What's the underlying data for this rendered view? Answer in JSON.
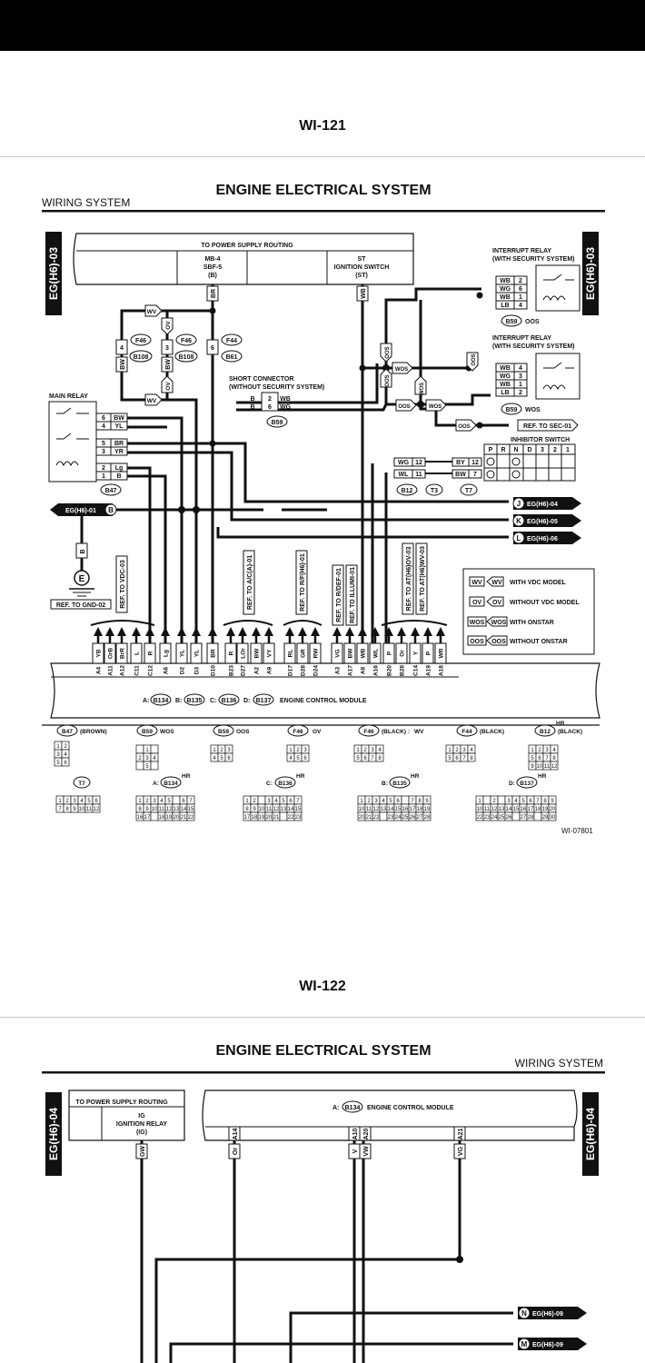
{
  "page1": {
    "page_number": "WI-121",
    "title": "ENGINE ELECTRICAL SYSTEM",
    "section": "WIRING SYSTEM",
    "tab": "EG(H6)-03",
    "power_routing": "TO POWER SUPPLY ROUTING",
    "fuse_mb": [
      "MB-4",
      "SBF-5",
      "(B)"
    ],
    "ignition_switch": [
      "ST",
      "IGNITION SWITCH",
      "(ST)"
    ],
    "interrupt_relay": [
      "INTERRUPT RELAY",
      "(WITH SECURITY SYSTEM)"
    ],
    "relay1_pins": [
      [
        "WB",
        "2"
      ],
      [
        "WG",
        "6"
      ],
      [
        "WB",
        "1"
      ],
      [
        "LB",
        "4"
      ]
    ],
    "relay2_pins": [
      [
        "WB",
        "4"
      ],
      [
        "WG",
        "3"
      ],
      [
        "WB",
        "1"
      ],
      [
        "LB",
        "2"
      ]
    ],
    "short_connector": [
      "SHORT CONNECTOR",
      "(WITHOUT SECURITY SYSTEM)"
    ],
    "short_pins": [
      [
        "B",
        "2",
        "WB"
      ],
      [
        "B",
        "6",
        "WG"
      ]
    ],
    "main_relay": "MAIN RELAY",
    "main_relay_pins": [
      [
        "6",
        "BW"
      ],
      [
        "4",
        "YL"
      ],
      [
        "5",
        "BR"
      ],
      [
        "3",
        "YR"
      ],
      [
        "2",
        "Lg"
      ],
      [
        "1",
        "B"
      ]
    ],
    "inhibitor_switch": "INHIBITOR SWITCH",
    "inhibitor_positions": [
      "P",
      "R",
      "N",
      "D",
      "3",
      "2",
      "1"
    ],
    "inhibitor_pins": [
      [
        "WG",
        "12"
      ],
      [
        "WL",
        "11"
      ]
    ],
    "inhibitor_t7_pins": [
      [
        "BY",
        "12"
      ],
      [
        "BW",
        "7"
      ]
    ],
    "ref_sec": "REF. TO SEC-01",
    "ref_gnd": "REF. TO GND-02",
    "ref_vdc": "REF. TO VDC-03",
    "ground_label": "E",
    "left_link": "EG(H6)-01",
    "left_link_letter": "B",
    "right_links": [
      [
        "J",
        "EG(H6)-04"
      ],
      [
        "K",
        "EG(H6)-05"
      ],
      [
        "L",
        "EG(H6)-06"
      ]
    ],
    "refs": [
      "REF. TO A/C(A)-01",
      "REF. TO R/F(H6)-01",
      "REF. TO R/DEF-01",
      "REF. TO ILLUMI-01",
      "REF. TO AT(H6)OV-03",
      "REF. TO AT(H6)WV-03"
    ],
    "legend": [
      [
        "WV",
        "WITH VDC MODEL"
      ],
      [
        "OV",
        "WITHOUT VDC MODEL"
      ],
      [
        "WOS",
        "WITH ONSTAR"
      ],
      [
        "OOS",
        "WITHOUT ONSTAR"
      ]
    ],
    "ecm_pins": [
      [
        "A4",
        "YB"
      ],
      [
        "A11",
        "OrB"
      ],
      [
        "A12",
        "BrR"
      ],
      [
        "C11",
        "L"
      ],
      [
        "C12",
        "R"
      ],
      [
        "A6",
        "Lg"
      ],
      [
        "D2",
        "YL"
      ],
      [
        "D3",
        "YL"
      ],
      [
        "D10",
        "BR"
      ],
      [
        "B23",
        "R"
      ],
      [
        "D27",
        "LOr"
      ],
      [
        "A2",
        "BW"
      ],
      [
        "A9",
        "VY"
      ],
      [
        "D17",
        "RL"
      ],
      [
        "D28",
        "GR"
      ],
      [
        "D24",
        "RW"
      ],
      [
        "A3",
        "VG"
      ],
      [
        "A17",
        "BW"
      ],
      [
        "A8",
        "WB"
      ],
      [
        "A16",
        "WL"
      ],
      [
        "B20",
        "P"
      ],
      [
        "B28",
        "Or"
      ],
      [
        "C14",
        "Y"
      ],
      [
        "A19",
        "P"
      ],
      [
        "A18",
        "WR"
      ]
    ],
    "ecm_label": "ENGINE CONTROL MODULE",
    "ecm_connectors": [
      "A:",
      "B134",
      "B:",
      "B135",
      "C:",
      "B136",
      "D:",
      "B137"
    ],
    "connector_refs": {
      "b47": "B47",
      "b59": "B59",
      "b61": "B61",
      "b108": "B108",
      "b12": "B12",
      "t3": "T3",
      "t7": "T7",
      "f44": "F44",
      "f46": "F46"
    },
    "fuse_pins": [
      "4",
      "3",
      "6"
    ],
    "wires": [
      "BW",
      "BW",
      "BR",
      "WB",
      "WV",
      "OV"
    ],
    "connector_views": [
      {
        "id": "B47",
        "note": "(BROWN)"
      },
      {
        "id": "B59",
        "tag": "WOS"
      },
      {
        "id": "B59",
        "tag": "OOS"
      },
      {
        "id": "F46",
        "tag": "OV"
      },
      {
        "id": "F46",
        "note": "(BLACK) :",
        "tag": "WV"
      },
      {
        "id": "F44",
        "note": "(BLACK)"
      },
      {
        "id": "B12",
        "note": "(BLACK)",
        "hr": "HR"
      }
    ],
    "connector_views2": [
      [
        "T7",
        ""
      ],
      [
        "A:",
        "B134"
      ],
      [
        "C:",
        "B136"
      ],
      [
        "B:",
        "B135"
      ],
      [
        "D:",
        "B137"
      ]
    ],
    "hr": "HR",
    "figure_id": "WI-07801"
  },
  "page2": {
    "page_number": "WI-122",
    "title": "ENGINE ELECTRICAL SYSTEM",
    "section": "WIRING SYSTEM",
    "tab": "EG(H6)-04",
    "power_routing": "TO POWER SUPPLY ROUTING",
    "ig_relay": [
      "IG",
      "IGNITION RELAY",
      "(IG)"
    ],
    "ecm_label": "ENGINE CONTROL MODULE",
    "ecm_prefix": "A:",
    "ecm_conn": "B134",
    "pins": [
      [
        "A14",
        "Or"
      ],
      [
        "A10",
        "V"
      ],
      [
        "A20",
        "VW"
      ],
      [
        "A21",
        "VG"
      ]
    ],
    "ig_wire": "GW",
    "right_links": [
      [
        "N",
        "EG(H6)-09"
      ],
      [
        "M",
        "EG(H6)-09"
      ]
    ]
  }
}
